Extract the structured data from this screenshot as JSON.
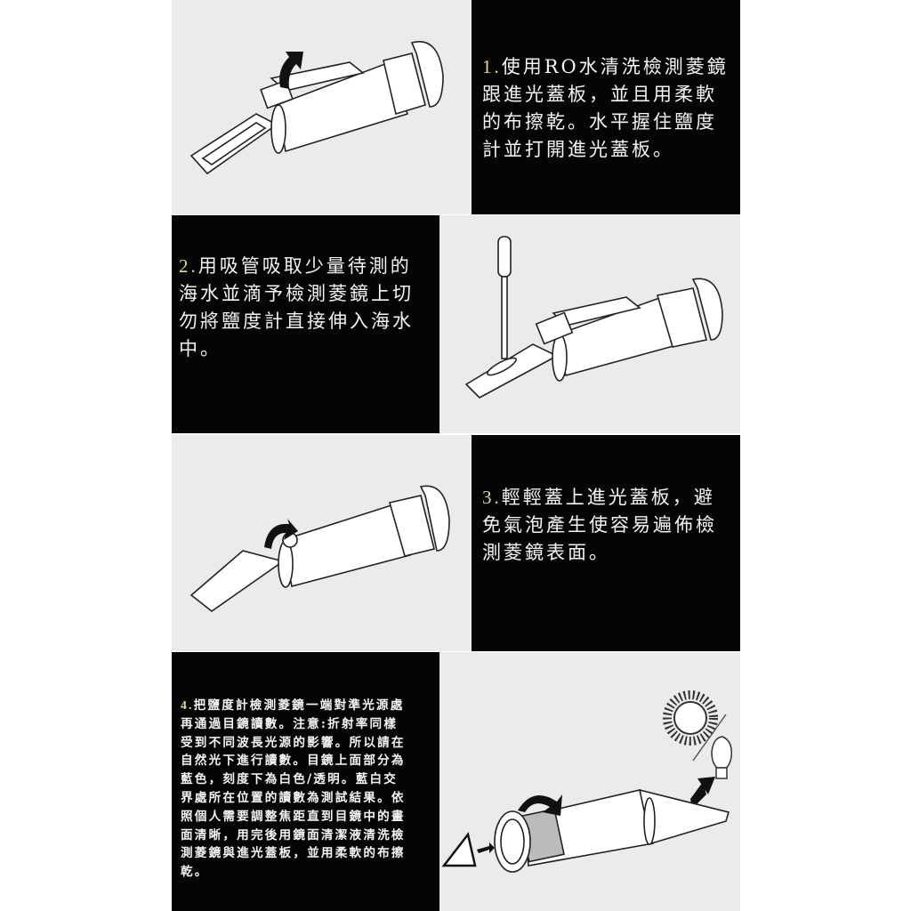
{
  "document": {
    "type": "instruction-sheet",
    "subject": "refractometer (salinity meter) usage steps",
    "colors": {
      "background": "#ffffff",
      "illustration_bg": "#ebebeb",
      "text_panel_bg": "#050505",
      "text_color": "#f4f4f4",
      "step_number_color": "#e8d98a"
    }
  },
  "steps": [
    {
      "number": "1.",
      "lines": [
        "使用RO水清洗檢測菱鏡",
        "跟進光蓋板，並且用柔軟",
        "的布擦乾。水平握住鹽度",
        "計並打開進光蓋板。"
      ],
      "illustration": "refractometer-open-cover-arrow-up"
    },
    {
      "number": "2.",
      "lines": [
        "用吸管吸取少量待測的",
        "海水並滴予檢測菱鏡上切",
        "勿將鹽度計直接伸入海水",
        "中。"
      ],
      "illustration": "refractometer-pipette-drop"
    },
    {
      "number": "3.",
      "lines": [
        "輕輕蓋上進光蓋板，避",
        "免氣泡產生使容易遍佈檢",
        "測菱鏡表面。"
      ],
      "illustration": "refractometer-close-cover-arrow"
    },
    {
      "number": "4.",
      "lines": [
        "把鹽度計檢測菱鏡一端對準光源處",
        "再通過目鏡讀數。注意:折射率同樣",
        "受到不同波長光源的影響。所以請在",
        "自然光下進行讀數。目鏡上面部分為",
        "藍色，刻度下為白色/透明。藍白交",
        "界處所在位置的讀數為測試結果。依",
        "照個人需要調整焦距直到目鏡中的畫",
        "面清晰，用完後用鏡面清潔液清洗檢",
        "測菱鏡與進光蓋板，並用柔軟的布擦",
        "乾。"
      ],
      "illustration": "refractometer-eyepiece-light-source"
    }
  ]
}
